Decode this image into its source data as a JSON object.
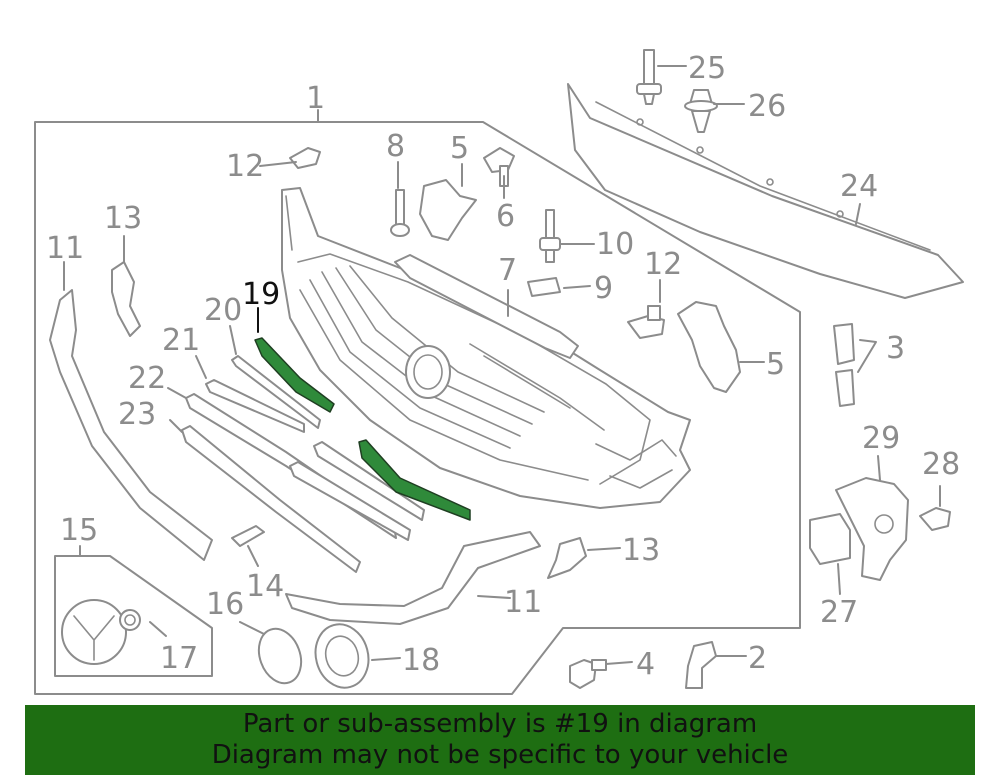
{
  "callouts": {
    "c1": "1",
    "c2": "2",
    "c3": "3",
    "c4": "4",
    "c5a": "5",
    "c5b": "5",
    "c6": "6",
    "c7": "7",
    "c8": "8",
    "c9": "9",
    "c10": "10",
    "c11a": "11",
    "c11b": "11",
    "c12a": "12",
    "c12b": "12",
    "c13a": "13",
    "c13b": "13",
    "c14": "14",
    "c15": "15",
    "c16": "16",
    "c17": "17",
    "c18": "18",
    "c19": "19",
    "c20": "20",
    "c21": "21",
    "c22": "22",
    "c23": "23",
    "c24": "24",
    "c25": "25",
    "c26": "26",
    "c27": "27",
    "c28": "28",
    "c29": "29"
  },
  "highlight": {
    "part_number": "19",
    "color": "#2f8a3a"
  },
  "banner": {
    "line1": "Part or sub-assembly is #19 in diagram",
    "line2": "Diagram may not be specific to your vehicle",
    "background": "#1e6e12"
  }
}
